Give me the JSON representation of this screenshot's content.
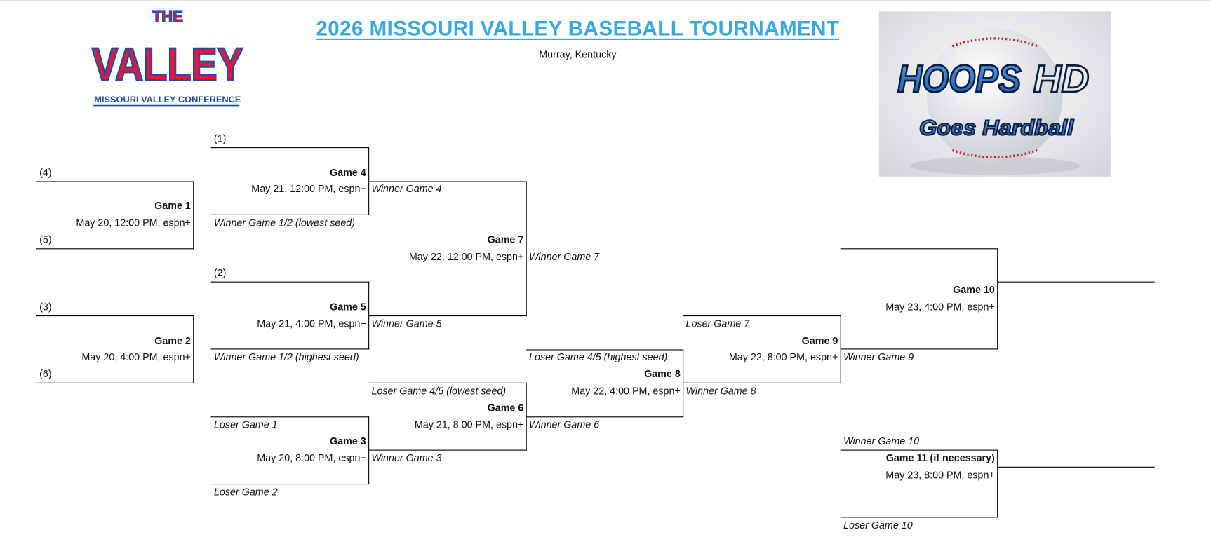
{
  "header": {
    "title": "2026 MISSOURI VALLEY BASEBALL TOURNAMENT",
    "location": "Murray, Kentucky",
    "title_color": "#3ba8dc"
  },
  "logos": {
    "valley": {
      "top": "THE",
      "main": "VALLEY",
      "sub": "MISSOURI VALLEY CONFERENCE",
      "red": "#e3173d",
      "blue": "#1f4e9c"
    },
    "hoopshd": {
      "main": "HOOPS",
      "accent": "HD",
      "sub": "Goes Hardball"
    }
  },
  "seeds": {
    "s1": "(1)",
    "s2": "(2)",
    "s3": "(3)",
    "s4": "(4)",
    "s5": "(5)",
    "s6": "(6)"
  },
  "games": {
    "g1": {
      "name": "Game 1",
      "time": "May 20, 12:00 PM, espn+"
    },
    "g2": {
      "name": "Game 2",
      "time": "May 20, 4:00 PM, espn+"
    },
    "g3": {
      "name": "Game 3",
      "time": "May 20, 8:00 PM, espn+"
    },
    "g4": {
      "name": "Game 4",
      "time": "May 21, 12:00 PM, espn+"
    },
    "g5": {
      "name": "Game 5",
      "time": "May 21, 4:00 PM, espn+"
    },
    "g6": {
      "name": "Game 6",
      "time": "May 21, 8:00 PM, espn+"
    },
    "g7": {
      "name": "Game 7",
      "time": "May 22, 12:00 PM, espn+"
    },
    "g8": {
      "name": "Game 8",
      "time": "May 22, 4:00 PM, espn+"
    },
    "g9": {
      "name": "Game 9",
      "time": "May 22, 8:00 PM, espn+"
    },
    "g10": {
      "name": "Game 10",
      "time": "May 23, 4:00 PM, espn+"
    },
    "g11": {
      "name": "Game 11 (if necessary)",
      "time": "May 23, 8:00 PM, espn+"
    }
  },
  "slots": {
    "w12_low": "Winner Game 1/2 (lowest seed)",
    "w12_high": "Winner Game 1/2 (highest seed)",
    "l1": "Loser Game 1",
    "l2": "Loser Game 2",
    "w4": "Winner Game 4",
    "w5": "Winner Game 5",
    "w3": "Winner Game 3",
    "l45_low": "Loser Game 4/5 (lowest seed)",
    "l45_high": "Loser Game 4/5 (highest seed)",
    "w7": "Winner Game 7",
    "w6": "Winner Game 6",
    "l7": "Loser Game 7",
    "w8": "Winner Game 8",
    "w9": "Winner Game 9",
    "w10": "Winner Game 10",
    "l10": "Loser Game 10"
  }
}
